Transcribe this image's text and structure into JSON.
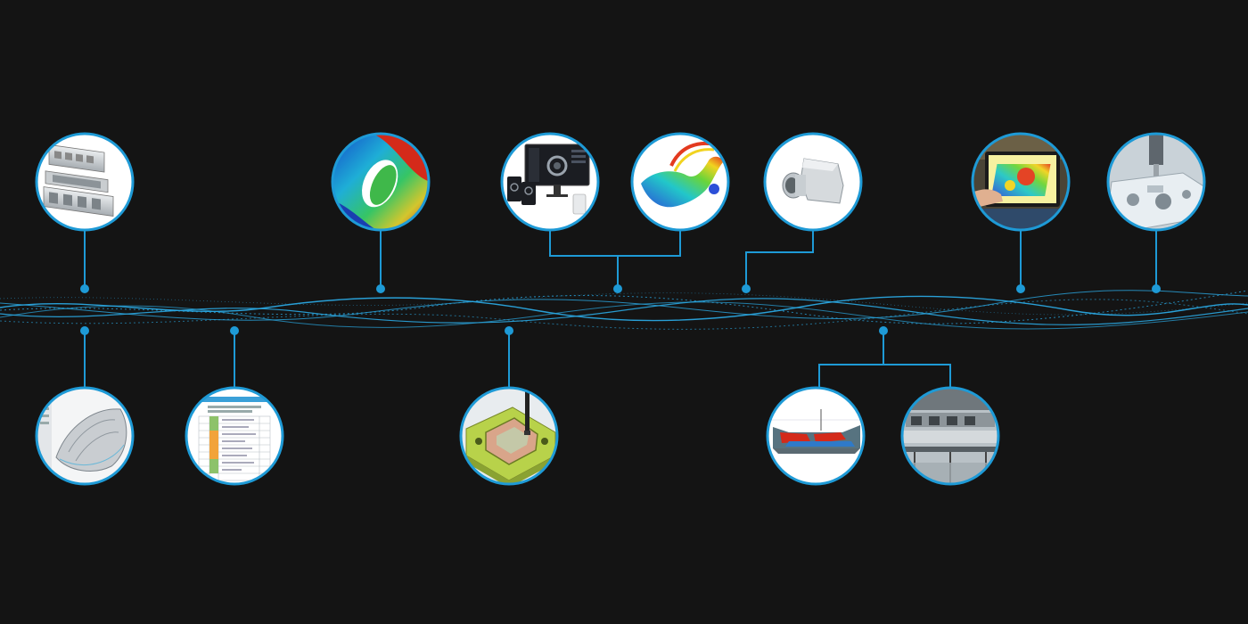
{
  "colors": {
    "background": "#141414",
    "accent": "#1e9ad6",
    "wave": "#2aa6e0",
    "ring": "#1e9ad6"
  },
  "nodes": [
    {
      "id": "mold-assembly",
      "icon": "mold-assembly-icon"
    },
    {
      "id": "stress-simulation",
      "icon": "stress-simulation-icon"
    },
    {
      "id": "software-dashboard",
      "icon": "software-dashboard-icon"
    },
    {
      "id": "flow-analysis",
      "icon": "flow-analysis-icon"
    },
    {
      "id": "molded-part",
      "icon": "molded-part-icon"
    },
    {
      "id": "heatmap-tablet",
      "icon": "heatmap-tablet-icon"
    },
    {
      "id": "cnc-machining",
      "icon": "cnc-machining-icon"
    },
    {
      "id": "surface-cad",
      "icon": "surface-cad-icon"
    },
    {
      "id": "checklist-document",
      "icon": "checklist-document-icon"
    },
    {
      "id": "cavity-toolpath",
      "icon": "cavity-toolpath-icon"
    },
    {
      "id": "fill-simulation",
      "icon": "fill-simulation-icon"
    },
    {
      "id": "production-line",
      "icon": "production-line-icon"
    }
  ]
}
